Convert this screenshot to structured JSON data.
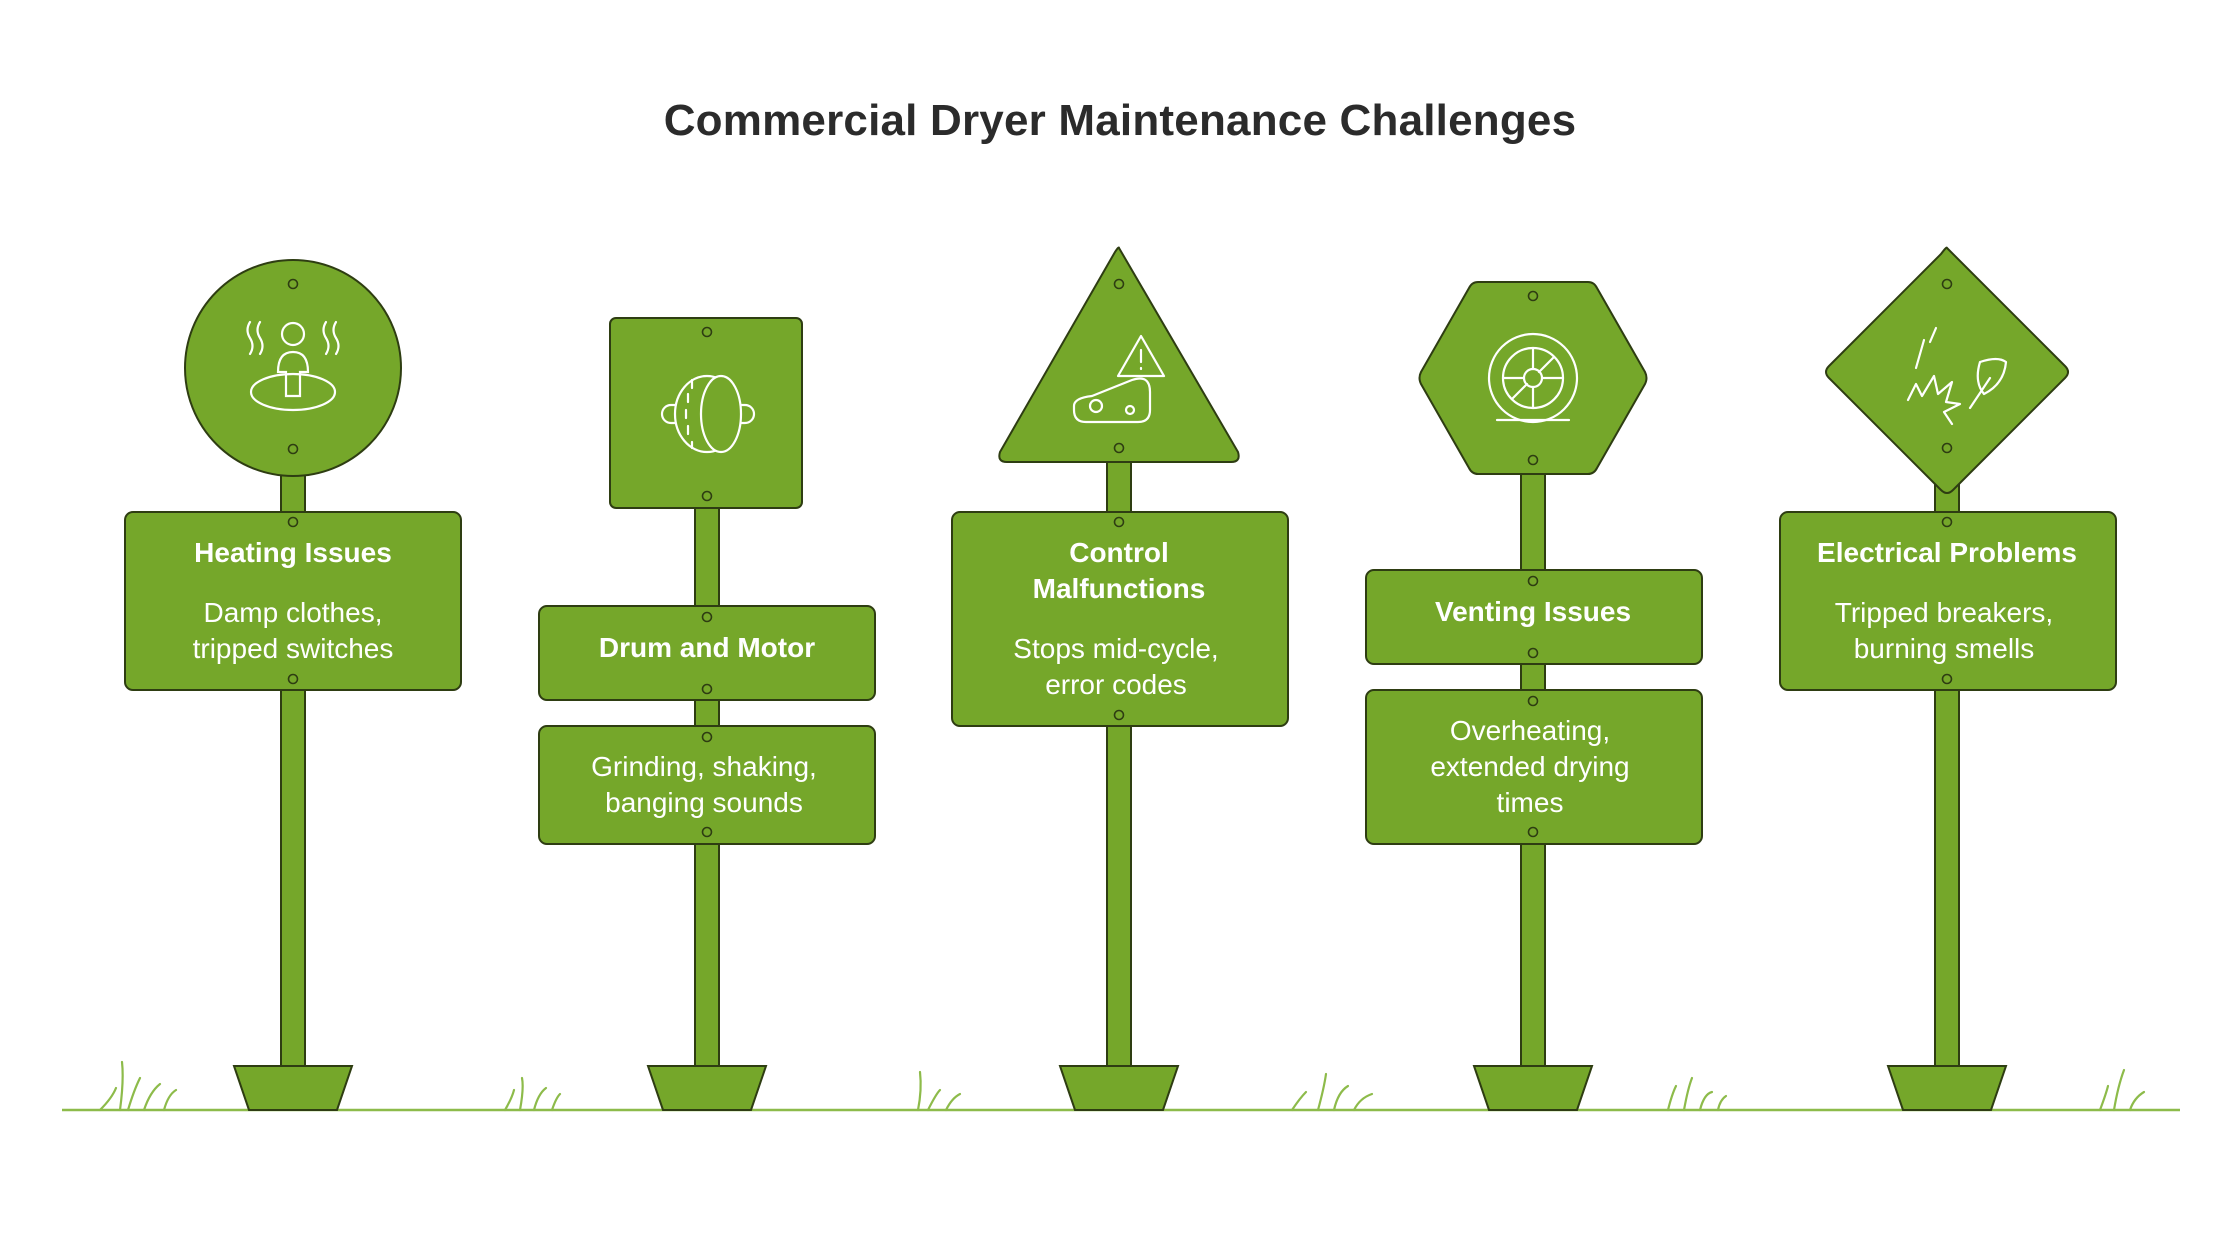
{
  "title": "Commercial Dryer Maintenance Challenges",
  "colors": {
    "fill": "#75a72a",
    "stroke": "#2e3d12",
    "grass": "#8dbb4a",
    "title": "#2b2b2b"
  },
  "signs": [
    {
      "icon": "steam-person-icon",
      "heading": [
        "Heating Issues"
      ],
      "detail": [
        "Damp clothes,",
        "tripped switches"
      ]
    },
    {
      "icon": "drum-motor-icon",
      "heading": [
        "Drum and Motor"
      ],
      "detail": [
        "Grinding, shaking,",
        "banging sounds"
      ]
    },
    {
      "icon": "warning-control-icon",
      "heading": [
        "Control",
        "Malfunctions"
      ],
      "detail": [
        "Stops mid-cycle,",
        "error codes"
      ]
    },
    {
      "icon": "vent-fan-icon",
      "heading": [
        "Venting Issues"
      ],
      "detail": [
        "Overheating,",
        "extended drying",
        "times"
      ]
    },
    {
      "icon": "sparks-icon",
      "heading": [
        "Electrical Problems"
      ],
      "detail": [
        "Tripped breakers,",
        "burning smells"
      ]
    }
  ]
}
